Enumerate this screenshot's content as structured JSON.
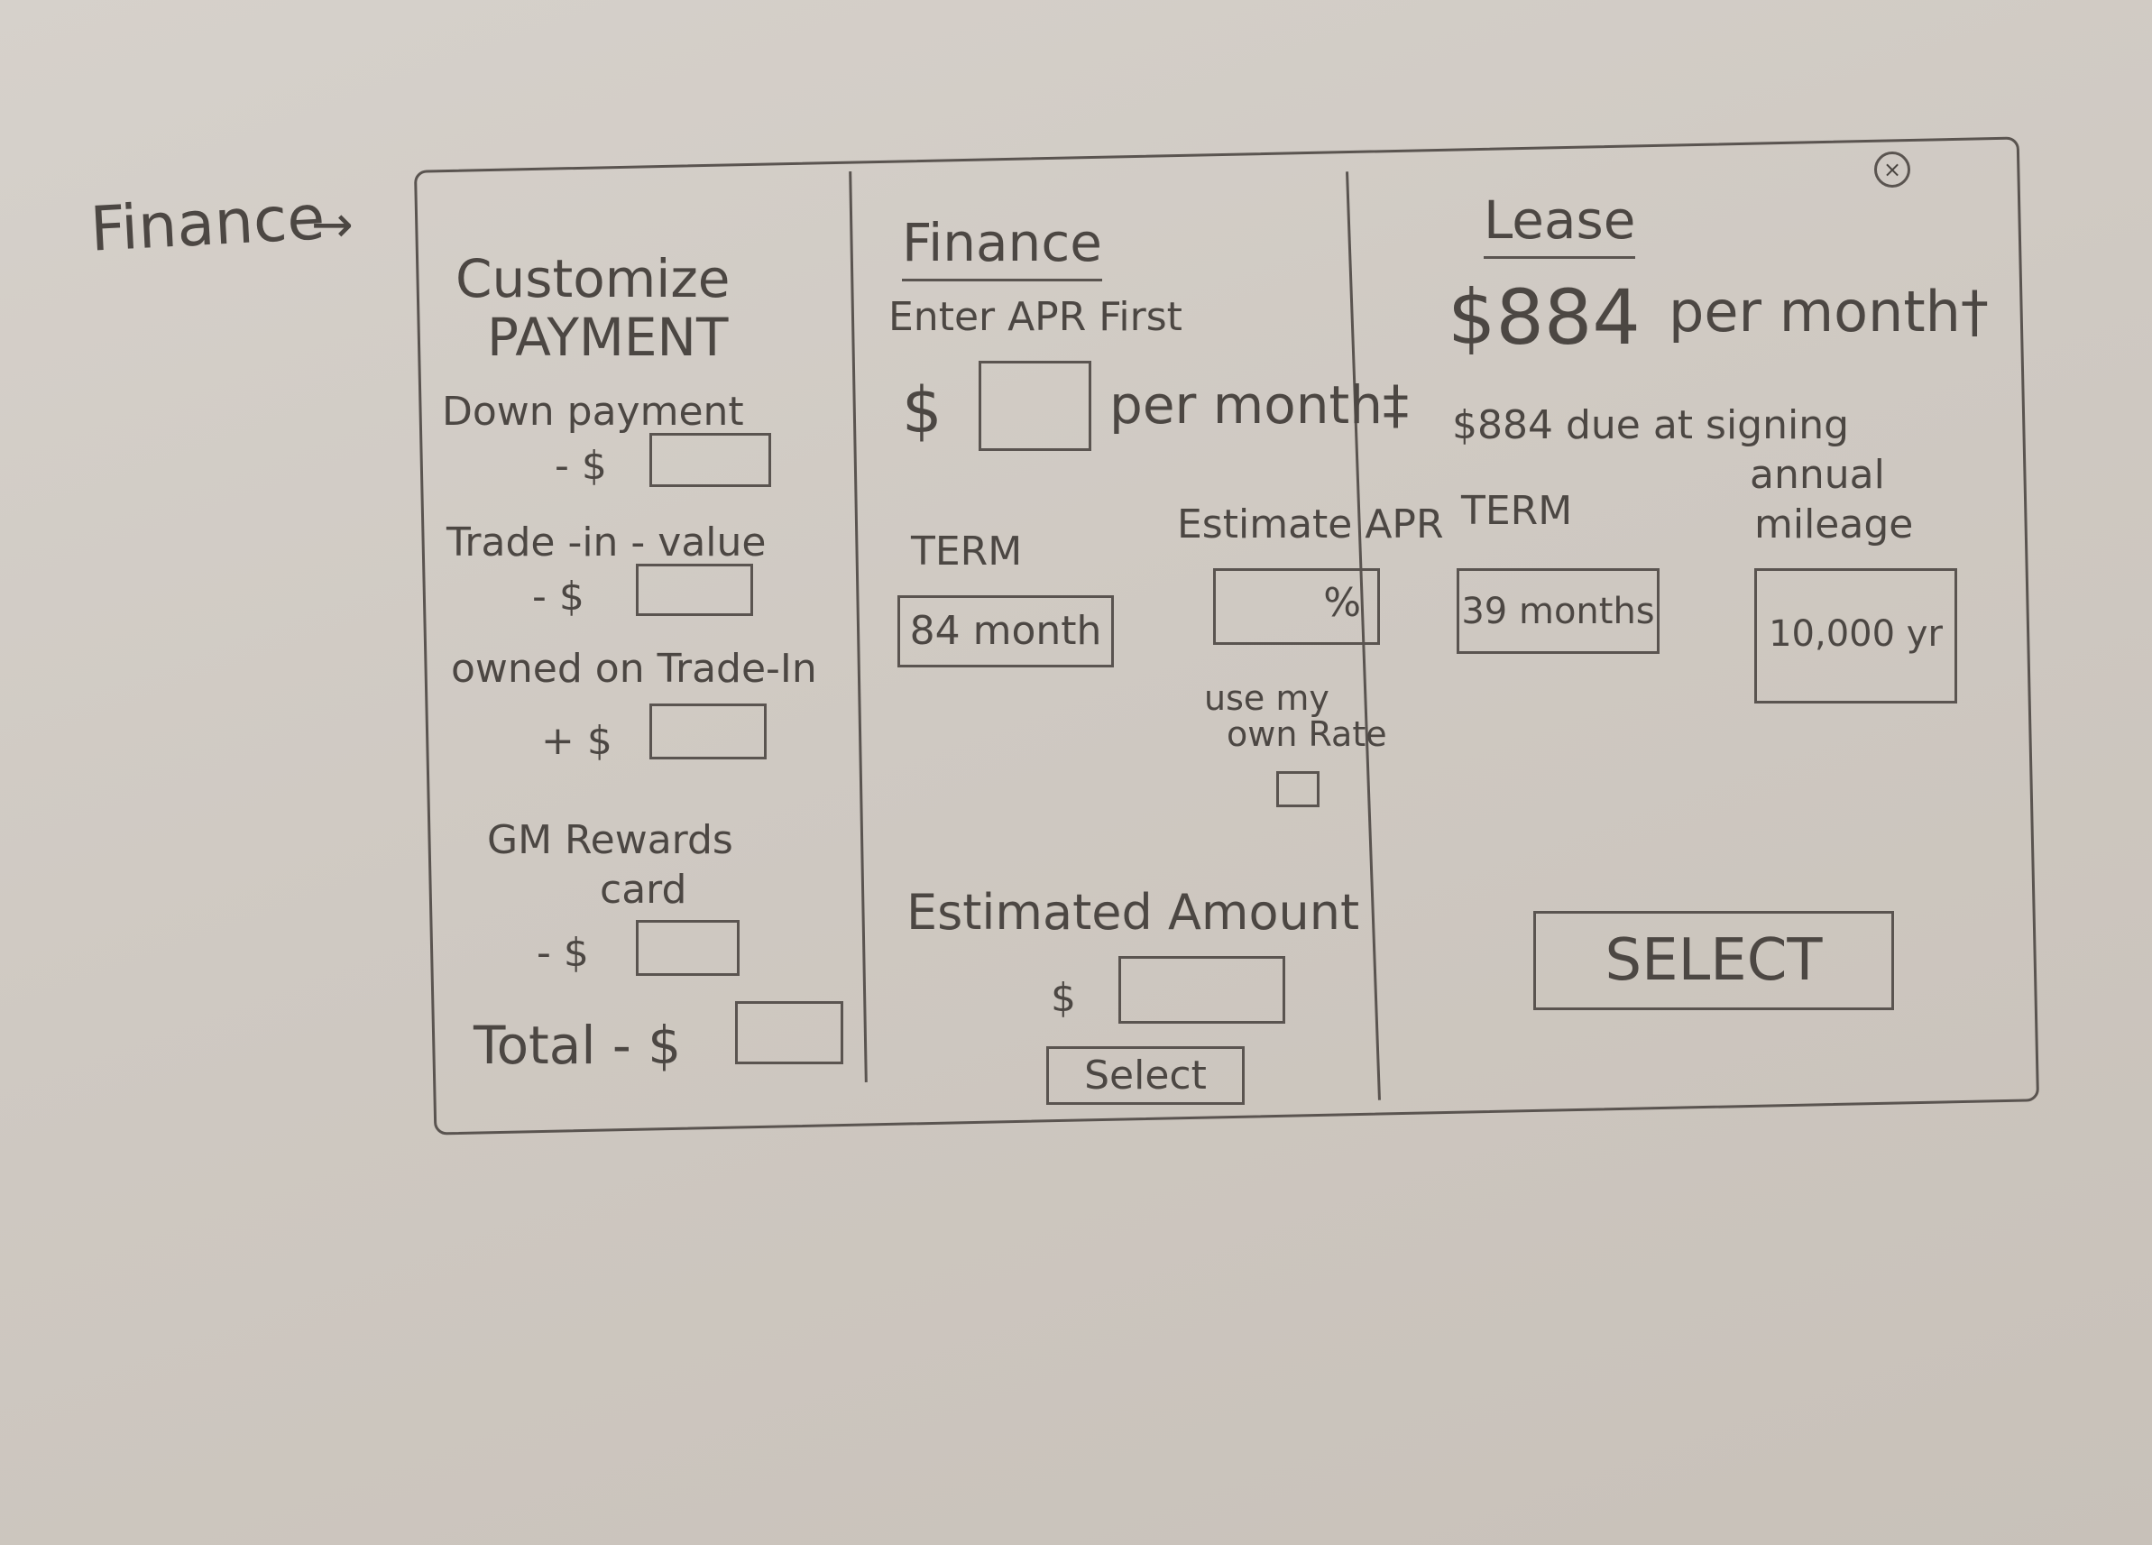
{
  "annotation": {
    "label": "Finance",
    "arrow": "→"
  },
  "close_icon": "×",
  "customize": {
    "title_line1": "Customize",
    "title_line2": "PAYMENT",
    "down_payment": {
      "label": "Down payment",
      "sign": "- $"
    },
    "trade_in_value": {
      "label": "Trade -in - value",
      "sign": "- $"
    },
    "owed_on_trade_in": {
      "label": "owned on Trade-In",
      "sign": "+ $"
    },
    "gm_rewards": {
      "label_line1": "GM Rewards",
      "label_line2": "card",
      "sign": "- $"
    },
    "total": {
      "label": "Total - $"
    }
  },
  "finance": {
    "title": "Finance",
    "enter_apr": "Enter APR First",
    "currency": "$",
    "per_month": "per month‡",
    "term_label": "TERM",
    "term_value": "84 month",
    "estimate_apr_label": "Estimate APR",
    "percent": "%",
    "use_own_rate_line1": "use my",
    "use_own_rate_line2": "own Rate",
    "estimated_amount_label": "Estimated Amount",
    "amount_currency": "$",
    "select_label": "Select"
  },
  "lease": {
    "title": "Lease",
    "price": "$884",
    "per_month": "per month†",
    "due_at_signing": "$884 due at signing",
    "term_label": "TERM",
    "term_value": "39 months",
    "mileage_label_line1": "annual",
    "mileage_label_line2": "mileage",
    "mileage_value": "10,000 yr",
    "select_label": "SELECT"
  }
}
